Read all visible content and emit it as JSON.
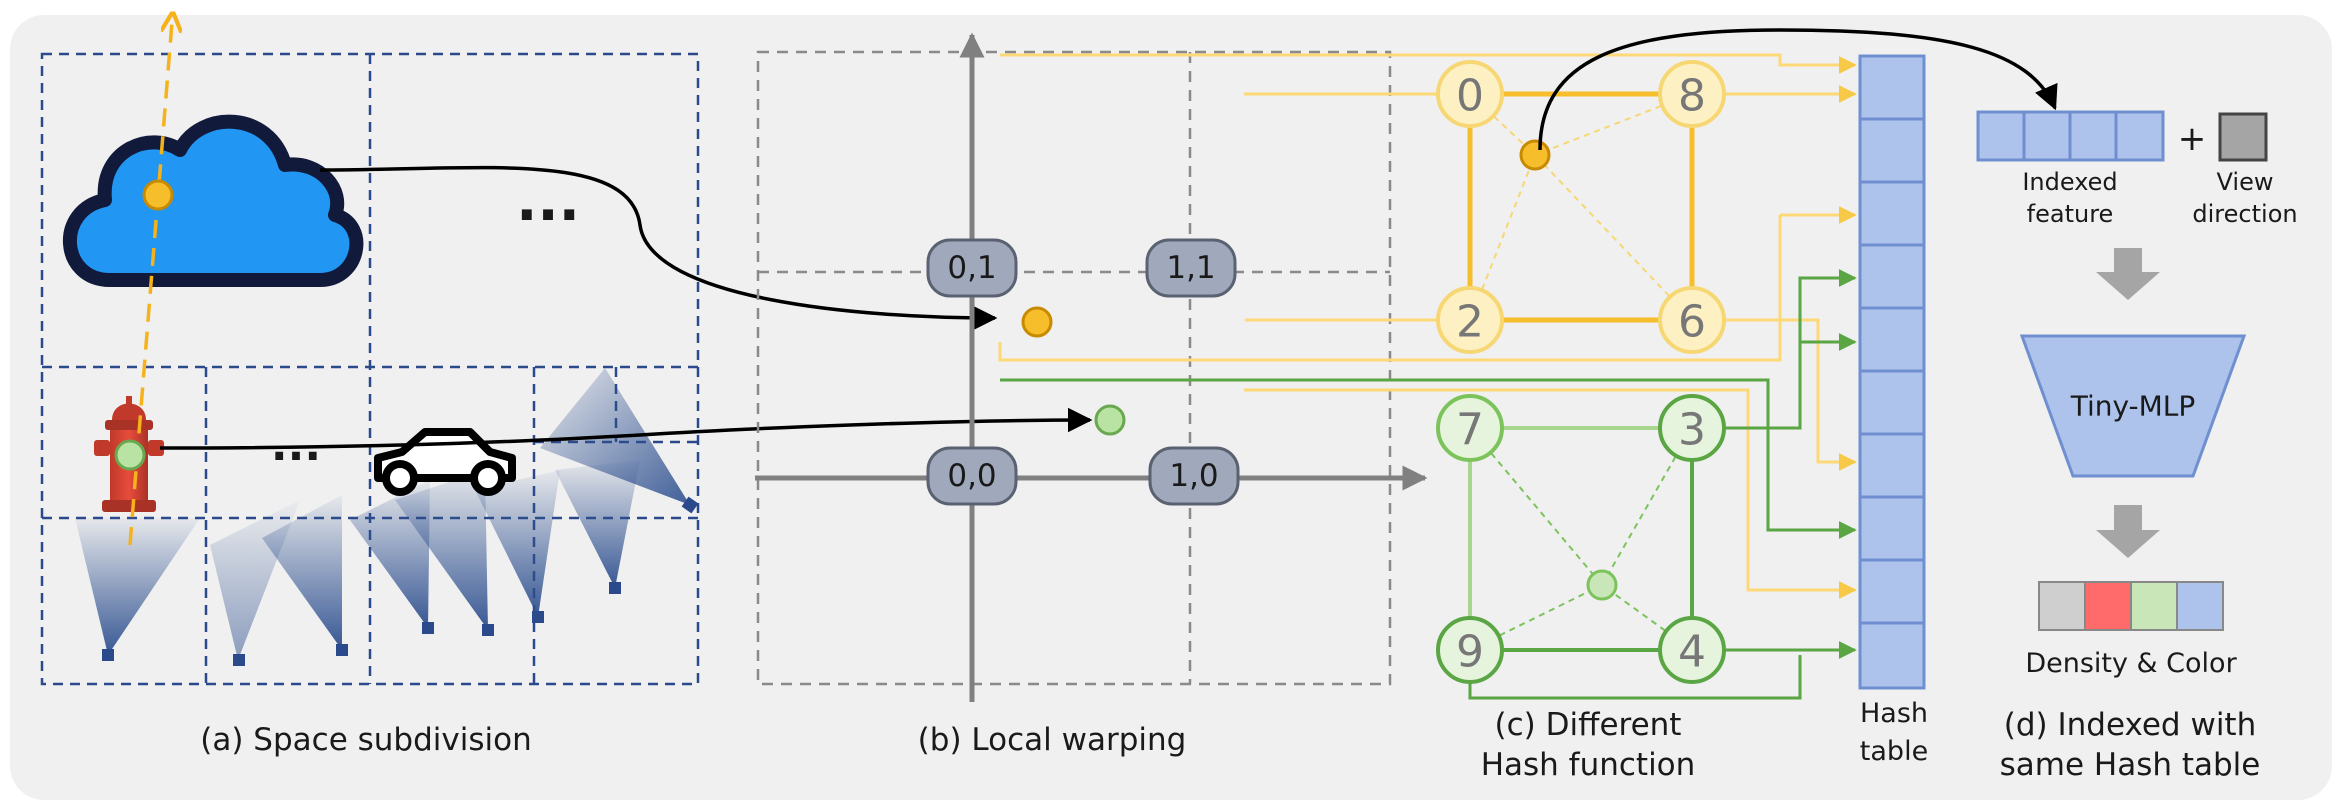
{
  "captions": {
    "a": "(a)  Space subdivision",
    "b": "(b) Local warping",
    "c_line1": "(c) Different",
    "c_line2": "Hash function",
    "d_line1": "(d) Indexed with",
    "d_line2": "same Hash table"
  },
  "ellipsis": {
    "upper": "...",
    "lower": "..."
  },
  "grid_corners": {
    "c01": "0,1",
    "c11": "1,1",
    "c00": "0,0",
    "c10": "1,0"
  },
  "hash_nodes": {
    "yellow": [
      "0",
      "8",
      "2",
      "6"
    ],
    "green": [
      "7",
      "3",
      "9",
      "4"
    ]
  },
  "labels": {
    "hash_table_line1": "Hash",
    "hash_table_line2": "table",
    "indexed_feature_line1": "Indexed",
    "indexed_feature_line2": "feature",
    "plus": "+",
    "view_direction_line1": "View",
    "view_direction_line2": "direction",
    "tiny_mlp": "Tiny-MLP",
    "density_color": "Density & Color"
  },
  "colors": {
    "panel_background": "#f0f0f0",
    "grid_blue_dashed": "#2b4a8b",
    "grid_gray_dashed": "#8a8a8a",
    "yellow_hash": "#f7be2c",
    "yellow_light": "#fbe08c",
    "green_hash": "#7cc35c",
    "green_dark": "#5aa544",
    "hash_cell": "#aec3eb",
    "cloud_blue": "#2196f3",
    "corner_box": "#a0a9bc",
    "density_red": "#ff6b6b",
    "density_green": "#c9e6b8",
    "density_gray": "#cfcfcf"
  }
}
